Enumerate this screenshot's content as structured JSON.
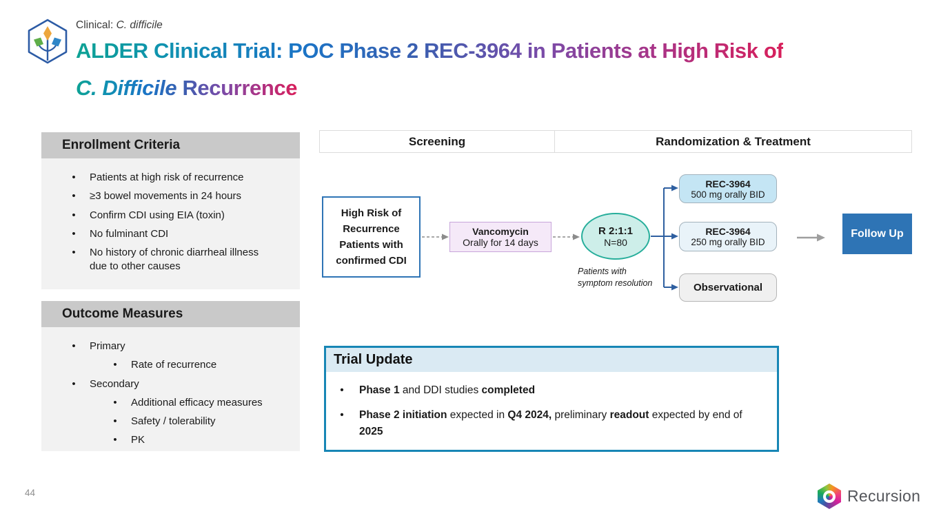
{
  "slide": {
    "eyebrow": {
      "prefix": "Clinical: ",
      "italic": "C. difficile"
    },
    "title": {
      "line1": "ALDER Clinical Trial: POC Phase 2 REC-3964 in Patients at High Risk of",
      "line2_italic": "C. Difficile",
      "line2_rest": " Recurrence"
    },
    "page_number": "44",
    "brand_name": "Recursion"
  },
  "enrollment": {
    "title": "Enrollment Criteria",
    "items": [
      {
        "label": "Patients at high risk of recurrence",
        "level": 1
      },
      {
        "label": "≥3 bowel movements in 24 hours",
        "level": 1
      },
      {
        "label": "Confirm CDI using EIA (toxin)",
        "level": 1
      },
      {
        "label": "No fulminant CDI",
        "level": 1
      },
      {
        "label": "No history of chronic diarrheal illness due to other causes",
        "level": 1
      }
    ]
  },
  "outcomes": {
    "title": "Outcome Measures",
    "items": [
      {
        "label": "Primary",
        "level": 1
      },
      {
        "label": "Rate of recurrence",
        "level": 2
      },
      {
        "label": "Secondary",
        "level": 1
      },
      {
        "label": "Additional efficacy measures",
        "level": 2
      },
      {
        "label": "Safety / tolerability",
        "level": 2
      },
      {
        "label": "PK",
        "level": 2
      }
    ]
  },
  "flow": {
    "phase_headers": [
      "Screening",
      "Randomization & Treatment"
    ],
    "high_risk_box": {
      "lines": [
        "High Risk of",
        "Recurrence",
        "Patients with",
        "confirmed CDI"
      ]
    },
    "vancomycin_box": {
      "title": "Vancomycin",
      "subtitle": "Orally for 14 days"
    },
    "randomization_ellipse": {
      "title": "R 2:1:1",
      "subtitle": "N=80"
    },
    "randomization_note": {
      "line1": "Patients with",
      "line2": "symptom resolution"
    },
    "arms": [
      {
        "title": "REC-3964",
        "subtitle": "500 mg orally BID"
      },
      {
        "title": "REC-3964",
        "subtitle": "250 mg orally BID"
      },
      {
        "title": "Observational",
        "subtitle": ""
      }
    ],
    "follow_up_label": "Follow Up"
  },
  "trial_update": {
    "title": "Trial Update",
    "bullets": [
      [
        {
          "t": "Phase 1",
          "b": true
        },
        {
          "t": " and DDI studies ",
          "b": false
        },
        {
          "t": "completed",
          "b": true
        }
      ],
      [
        {
          "t": "Phase 2 initiation",
          "b": true
        },
        {
          "t": " expected in ",
          "b": false
        },
        {
          "t": "Q4 2024,",
          "b": true
        },
        {
          "t": " preliminary ",
          "b": false
        },
        {
          "t": "readout",
          "b": true
        },
        {
          "t": " expected by end of ",
          "b": false
        },
        {
          "t": "2025",
          "b": true
        }
      ]
    ]
  },
  "colors": {
    "title_gradient": [
      "#0EA294",
      "#1B74C6",
      "#7A4BA8",
      "#D81F5B"
    ],
    "panel_header_bg": "#C9C9C9",
    "panel_body_bg": "#F2F2F2",
    "flow_blue": "#2E74B5",
    "branch_blue": "#2E5FA0",
    "dashed_arrow_gray": "#8C8C8C",
    "vancomycin_fill": "#F5E9F8",
    "vancomycin_border": "#C7A5DA",
    "ellipse_fill": "#CDEEE9",
    "ellipse_border": "#27AE9B",
    "arm_500_fill": "#C4E5F4",
    "arm_250_fill": "#E9F3F9",
    "arm_observational_fill": "#F0F0F0",
    "trial_update_border": "#1786B5",
    "trial_update_header_bg": "#DAEAF3"
  }
}
